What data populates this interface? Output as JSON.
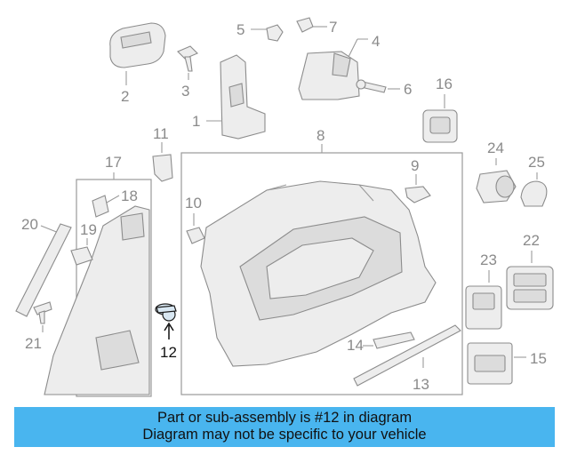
{
  "diagram": {
    "highlighted_part": "12",
    "callouts": {
      "c1": "1",
      "c2": "2",
      "c3": "3",
      "c4": "4",
      "c5": "5",
      "c6": "6",
      "c7": "7",
      "c8": "8",
      "c9": "9",
      "c10": "10",
      "c11": "11",
      "c12": "12",
      "c13": "13",
      "c14": "14",
      "c15": "15",
      "c16": "16",
      "c17": "17",
      "c18": "18",
      "c19": "19",
      "c20": "20",
      "c21": "21",
      "c22": "22",
      "c23": "23",
      "c24": "24",
      "c25": "25"
    }
  },
  "banner": {
    "line1": "Part or sub-assembly is #12 in diagram",
    "line2": "Diagram may not be specific to your vehicle",
    "color": "#49b5ef"
  }
}
